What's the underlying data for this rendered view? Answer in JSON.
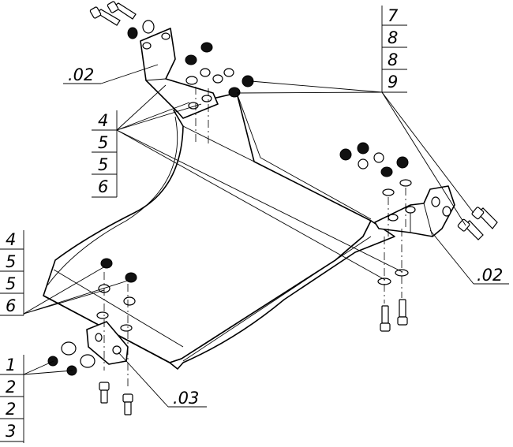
{
  "labels": {
    "stack_top_right": [
      "7",
      "8",
      "8",
      "9"
    ],
    "stack_upper_left": [
      "4",
      "5",
      "5",
      "6"
    ],
    "stack_mid_left": [
      "4",
      "5",
      "5",
      "6"
    ],
    "stack_bottom_left": [
      "1",
      "2",
      "2",
      "3"
    ],
    "ref_02_top": ".02",
    "ref_02_right": ".02",
    "ref_03": ".03"
  }
}
